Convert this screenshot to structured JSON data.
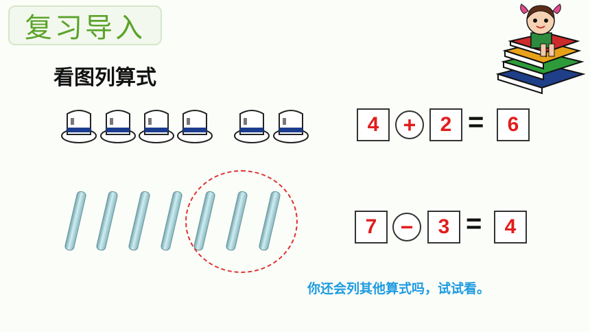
{
  "badge": {
    "label": "复习导入"
  },
  "heading": "看图列算式",
  "equation_add": {
    "a": "4",
    "op": "+",
    "b": "2",
    "eq": "=",
    "result": "6"
  },
  "equation_sub": {
    "a": "7",
    "op": "−",
    "b": "3",
    "eq": "=",
    "result": "4"
  },
  "prompt": "你还会列其他算式吗，试试看。",
  "hats": {
    "left_group": 4,
    "right_group": 2
  },
  "sticks": {
    "total": 7,
    "circled": 3
  },
  "colors": {
    "accent_green": "#5aa32a",
    "answer_red": "#e21d1d",
    "prompt_blue": "#1f9be0",
    "circle_red": "#e03131"
  },
  "icons": [
    "hat-icon",
    "counting-stick-icon",
    "girl-reading-on-books-icon"
  ]
}
